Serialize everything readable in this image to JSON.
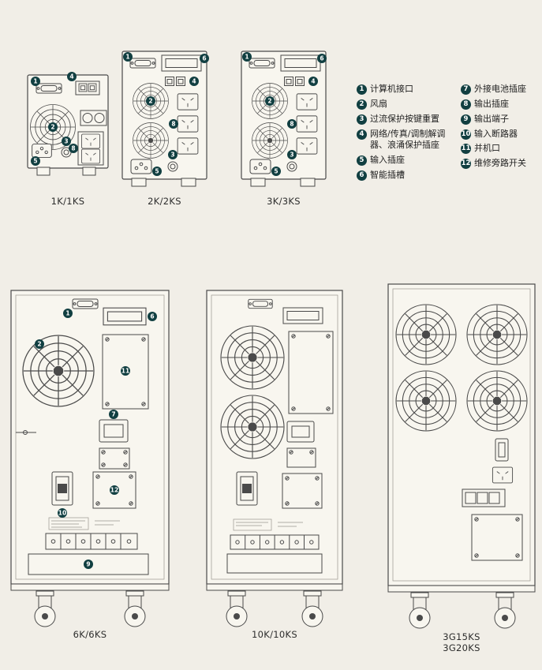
{
  "badges": {
    "n1": "1",
    "n2": "2",
    "n3": "3",
    "n4": "4",
    "n5": "5",
    "n6": "6",
    "n7": "7",
    "n8": "8",
    "n9": "9",
    "n10": "10",
    "n11": "11",
    "n12": "12"
  },
  "legend": {
    "items": [
      {
        "num": "1",
        "label": "计算机接口"
      },
      {
        "num": "2",
        "label": "风扇"
      },
      {
        "num": "3",
        "label": "过流保护按键重置"
      },
      {
        "num": "4",
        "label": "网络/传真/调制解调器、浪涌保护插座"
      },
      {
        "num": "5",
        "label": "输入插座"
      },
      {
        "num": "6",
        "label": "智能插槽"
      },
      {
        "num": "7",
        "label": "外接电池插座"
      },
      {
        "num": "8",
        "label": "输出插座"
      },
      {
        "num": "9",
        "label": "输出端子"
      },
      {
        "num": "10",
        "label": "输入断路器"
      },
      {
        "num": "11",
        "label": "并机口"
      },
      {
        "num": "12",
        "label": "维修旁路开关"
      }
    ]
  },
  "panels": {
    "p1k": {
      "label": "1K/1KS"
    },
    "p2k": {
      "label": "2K/2KS"
    },
    "p3k": {
      "label": "3K/3KS"
    },
    "p6k": {
      "label": "6K/6KS"
    },
    "p10k": {
      "label": "10K/10KS"
    },
    "p3g": {
      "label_line1": "3G15KS",
      "label_line2": "3G20KS"
    }
  },
  "colors": {
    "background": "#f1eee7",
    "line": "#4a4a4a",
    "badge": "#113f41"
  }
}
